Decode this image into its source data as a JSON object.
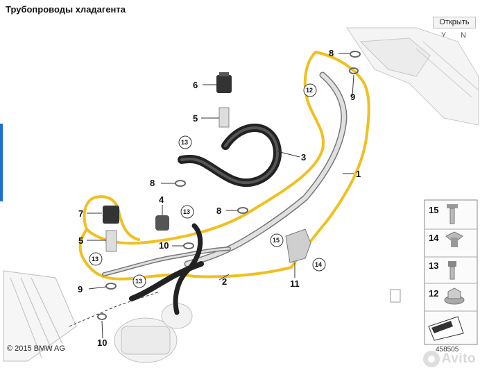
{
  "page": {
    "title": "Трубопроводы хладагента",
    "open_button": "Открыть",
    "column_y": "Y",
    "column_n": "N",
    "copyright": "© 2015 BMW AG",
    "figure_number": "458505",
    "watermark": "Avito"
  },
  "callouts": {
    "c1": "1",
    "c2": "2",
    "c3": "3",
    "c4": "4",
    "c5": "5",
    "c6": "6",
    "c7": "7",
    "c8a": "8",
    "c8b": "8",
    "c8c": "8",
    "c9a": "9",
    "c9b": "9",
    "c10a": "10",
    "c10b": "10",
    "c11": "11",
    "c12": "12",
    "c13a": "13",
    "c13b": "13",
    "c13c": "13",
    "c13d": "13",
    "c14": "14",
    "c15": "15",
    "c5b": "5"
  },
  "legend": [
    {
      "number": "15",
      "icon": "bolt-icon"
    },
    {
      "number": "14",
      "icon": "nut-cage-icon"
    },
    {
      "number": "13",
      "icon": "screw-icon"
    },
    {
      "number": "12",
      "icon": "flange-nut-icon"
    }
  ],
  "colors": {
    "highlight": "#f0c020",
    "line": "#333333",
    "hose": "#2a2a2a",
    "pipe": "#c8c8c8"
  }
}
